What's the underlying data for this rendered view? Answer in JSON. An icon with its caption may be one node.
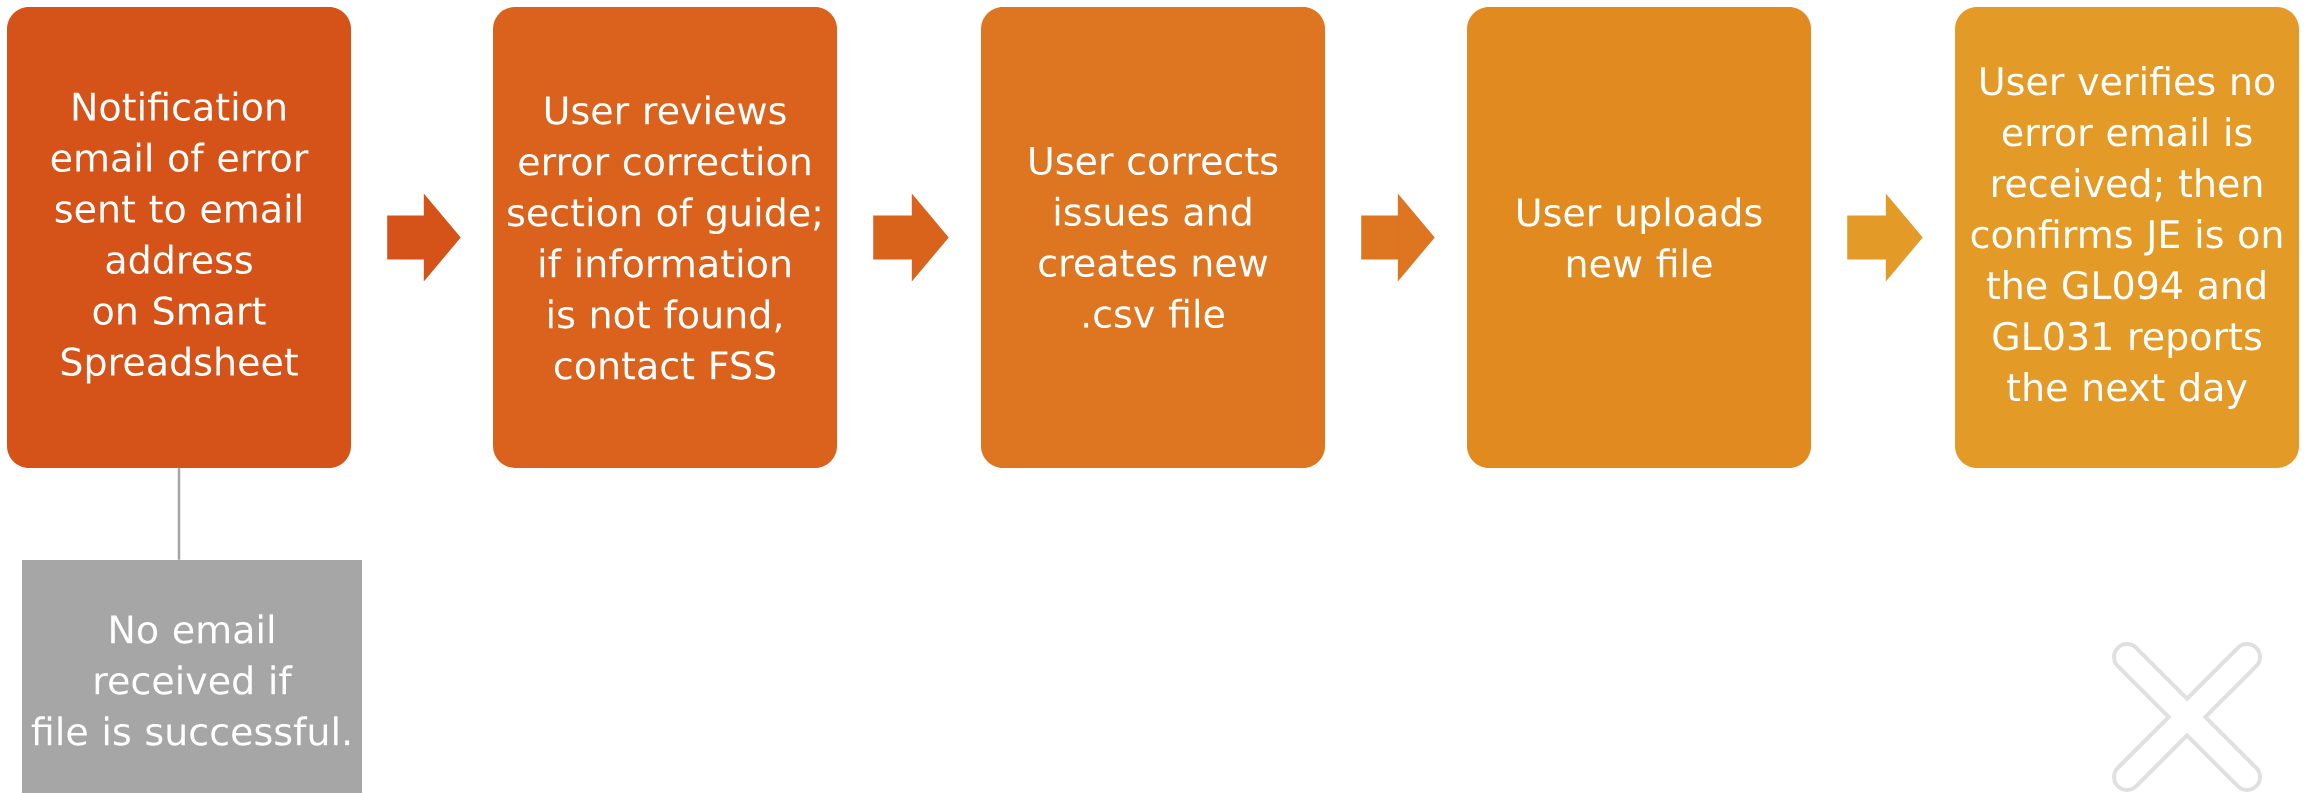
{
  "diagram": {
    "nodes": [
      {
        "text": [
          "Notification email of error sent to email address on Smart Spreadsheet"
        ]
      },
      {
        "text": [
          "User reviews error correction section of guide; if information is not found, contact FSS"
        ]
      },
      {
        "text": [
          "User corrects issues and creates new .csv file"
        ]
      },
      {
        "text": [
          "User uploads new file"
        ]
      },
      {
        "text": [
          "User verifies no error email is received; then confirms JE is on the GL094 and GL031 reports the next day"
        ]
      },
      {
        "text": [
          "No email received if file is successful."
        ]
      }
    ],
    "edges": [
      {
        "from": 0,
        "to": 1,
        "arrow": "to",
        "color": "#d55318"
      },
      {
        "from": 1,
        "to": 2,
        "arrow": "to",
        "color": "#da631c"
      },
      {
        "from": 2,
        "to": 3,
        "arrow": "to",
        "color": "#de7520"
      },
      {
        "from": 3,
        "to": 4,
        "arrow": "to",
        "color": "#e39a27"
      },
      {
        "from": 0,
        "to": 5,
        "arrow": "none",
        "color": "#a6a6a6"
      }
    ]
  }
}
